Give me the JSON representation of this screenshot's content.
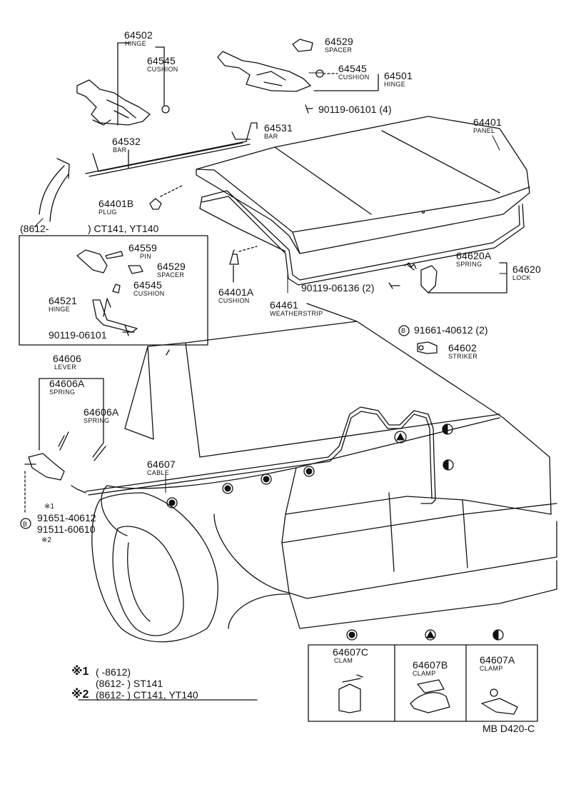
{
  "parts": [
    {
      "id": "p64502",
      "number": "64502",
      "name": "HINGE"
    },
    {
      "id": "p64545a",
      "number": "64545",
      "name": "CUSHION"
    },
    {
      "id": "p64529a",
      "number": "64529",
      "name": "SPACER"
    },
    {
      "id": "p64545b",
      "number": "64545",
      "name": "CUSHION"
    },
    {
      "id": "p64501",
      "number": "64501",
      "name": "HINGE"
    },
    {
      "id": "p64531",
      "number": "64531",
      "name": "BAR"
    },
    {
      "id": "p64532",
      "number": "64532",
      "name": "BAR"
    },
    {
      "id": "p64401",
      "number": "64401",
      "name": "PANEL"
    },
    {
      "id": "p64401b",
      "number": "64401B",
      "name": "PLUG"
    },
    {
      "id": "p64559",
      "number": "64559",
      "name": "PIN"
    },
    {
      "id": "p64529b",
      "number": "64529",
      "name": "SPACER"
    },
    {
      "id": "p64545c",
      "number": "64545",
      "name": "CUSHION"
    },
    {
      "id": "p64521",
      "number": "64521",
      "name": "HINGE"
    },
    {
      "id": "p64401a",
      "number": "64401A",
      "name": "CUSHION"
    },
    {
      "id": "p64461",
      "number": "64461",
      "name": "WEATHERSTRIP"
    },
    {
      "id": "p64620a",
      "number": "64620A",
      "name": "SPRING"
    },
    {
      "id": "p64620",
      "number": "64620",
      "name": "LOCK"
    },
    {
      "id": "p64602",
      "number": "64602",
      "name": "STRIKER"
    },
    {
      "id": "p64606",
      "number": "64606",
      "name": "LEVER"
    },
    {
      "id": "p64606a1",
      "number": "64606A",
      "name": "SPRING"
    },
    {
      "id": "p64606a2",
      "number": "64606A",
      "name": "SPRING"
    },
    {
      "id": "p64607",
      "number": "64607",
      "name": "CABLE"
    },
    {
      "id": "p64607c",
      "number": "64607C",
      "name": "CLAM"
    },
    {
      "id": "p64607b",
      "number": "64607B",
      "name": "CLAMP"
    },
    {
      "id": "p64607a",
      "number": "64607A",
      "name": "CLAMP"
    }
  ],
  "fasteners": {
    "bolt_90119_06101_4": "90119-06101 (4)",
    "bolt_90119_06101": "90119-06101",
    "bolt_90119_06136_2": "90119-06136 (2)",
    "bolt_91661_40612_2": "91661-40612 (2)",
    "screw_91651_40612": "91651-40612",
    "screw_91511_60610": "91511-60610",
    "b_marker": "B"
  },
  "notes": {
    "inset_header_prefix": "(8612-",
    "inset_header_suffix": ") CT141, YT140",
    "mark1_small": "※1",
    "mark2_small": "※2",
    "footnote1_mark": "※1",
    "footnote1_text": "(      -8612)",
    "footnote1b_text": "(8612-         ) ST141",
    "footnote2_mark": "※2",
    "footnote2_text": "(8612-         ) CT141, YT140",
    "diagram_code": "MB D420-C"
  },
  "clamp_symbols": {
    "clam_c": "circle",
    "clamp_b": "triangle",
    "clamp_a": "half-circle"
  }
}
